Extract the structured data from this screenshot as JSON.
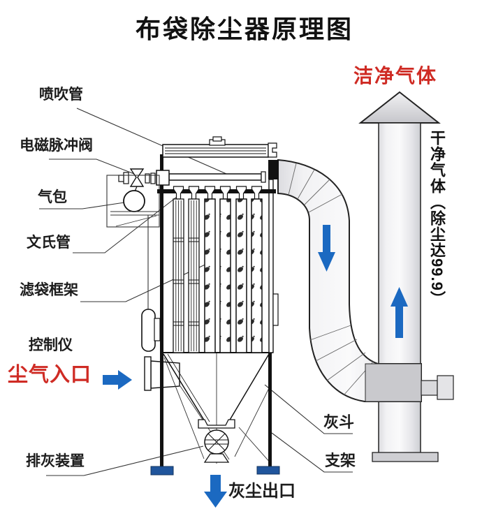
{
  "title": "布袋除尘器原理图",
  "labels": {
    "blow_pipe": "喷吹管",
    "pulse_valve": "电磁脉冲阀",
    "air_bag": "气包",
    "venturi": "文氏管",
    "bag_cage": "滤袋框架",
    "controller": "控制仪",
    "dusty_gas_inlet": "尘气入口",
    "ash_discharge": "排灰装置",
    "ash_hopper": "灰斗",
    "support_frame": "支架",
    "dust_outlet": "灰尘出口",
    "clean_gas": "洁净气体",
    "stack_note": "干净气体（除尘达99.9）"
  },
  "colors": {
    "label_red": "#cf2b24",
    "arrow_blue": "#1b69c1",
    "foot_blue": "#20559c",
    "line_black": "#111111",
    "duct_gray": "#ededef"
  }
}
